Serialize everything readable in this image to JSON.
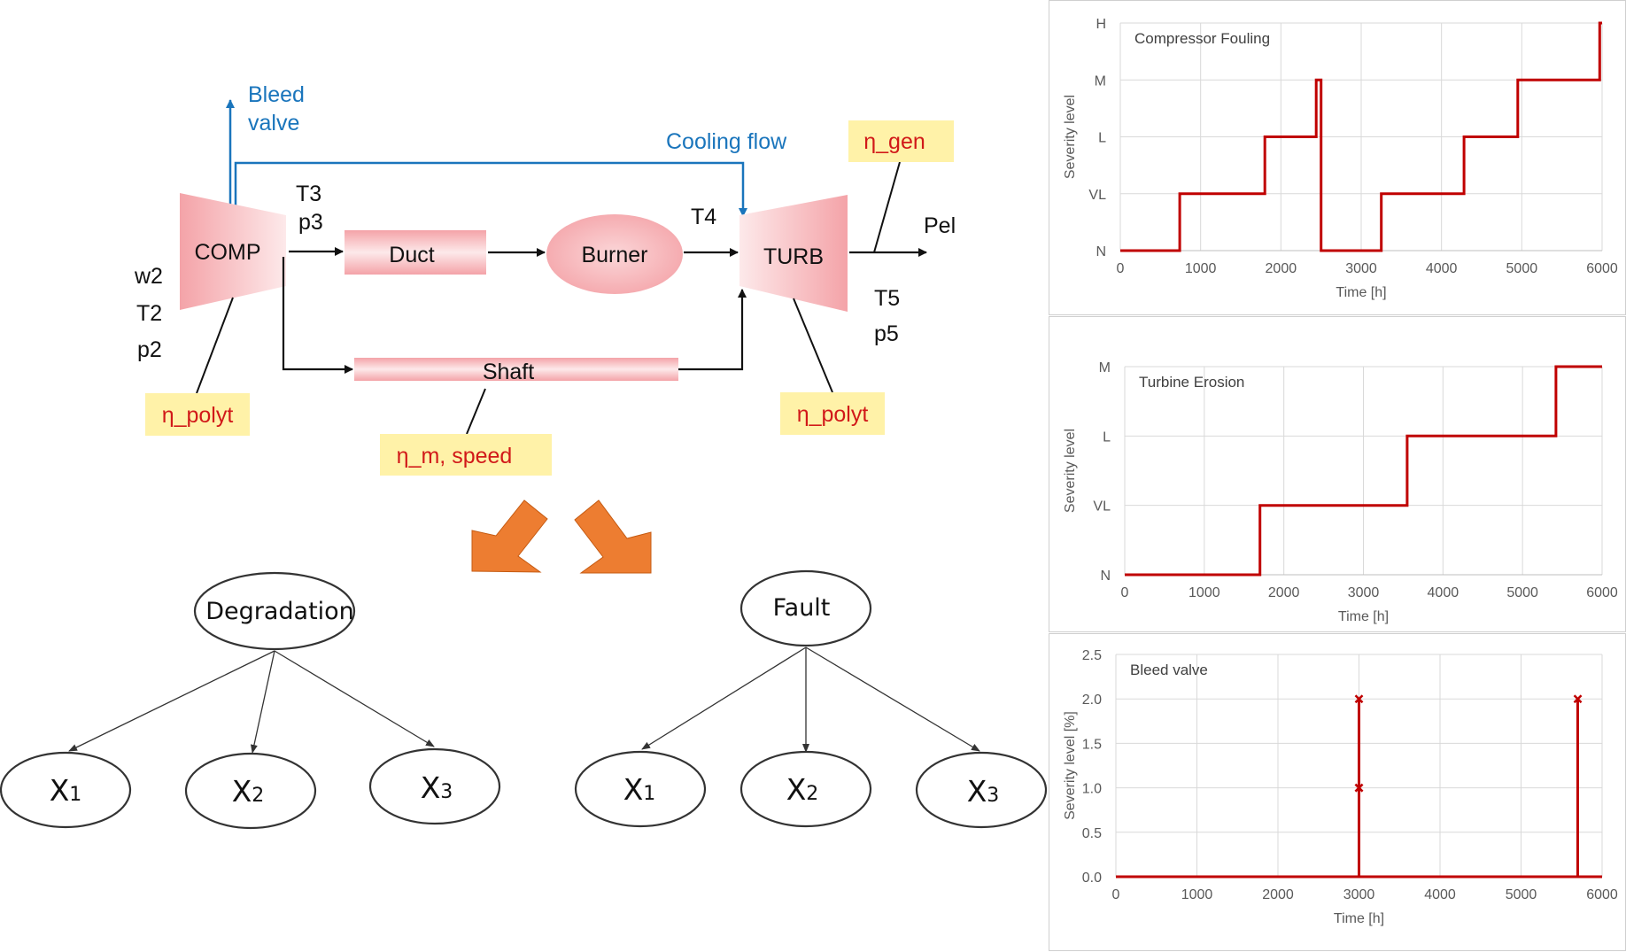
{
  "diagram": {
    "bleed_valve_line1": "Bleed",
    "bleed_valve_line2": "valve",
    "cooling_flow": "Cooling flow",
    "comp": "COMP",
    "duct": "Duct",
    "burner": "Burner",
    "turb": "TURB",
    "shaft": "Shaft",
    "t3": "T3",
    "p3": "p3",
    "t4": "T4",
    "t5": "T5",
    "p5": "p5",
    "w2": "w2",
    "t2": "T2",
    "p2": "p2",
    "pel": "Pel",
    "eta_gen": "η_gen",
    "eta_polyt_comp": "η_polyt",
    "eta_polyt_turb": "η_polyt",
    "eta_m_speed": "η_m, speed",
    "node_color": "#f4a3a8",
    "label_box_color": "#fff2a8",
    "arrow_color": "#ed7d31"
  },
  "networks": [
    {
      "root": "Degradation",
      "children": [
        {
          "x": "X",
          "sub": "1"
        },
        {
          "x": "X",
          "sub": "2"
        },
        {
          "x": "X",
          "sub": "3"
        }
      ]
    },
    {
      "root": "Fault",
      "children": [
        {
          "x": "X",
          "sub": "1"
        },
        {
          "x": "X",
          "sub": "2"
        },
        {
          "x": "X",
          "sub": "3"
        }
      ]
    }
  ],
  "chart_data": [
    {
      "type": "line",
      "title": "Compressor Fouling",
      "xlabel": "Time [h]",
      "ylabel": "Severity level",
      "xlim": [
        0,
        6000
      ],
      "xticks": [
        "0",
        "1000",
        "2000",
        "3000",
        "4000",
        "5000",
        "6000"
      ],
      "ylevels": [
        "N",
        "VL",
        "L",
        "M",
        "H"
      ],
      "color": "#c00000",
      "grid": true,
      "x": [
        0,
        740,
        740,
        1800,
        1800,
        2440,
        2440,
        2500,
        2500,
        3250,
        3250,
        4280,
        4280,
        4950,
        4950,
        5050,
        5050,
        5970,
        5970,
        6000
      ],
      "y": [
        0,
        0,
        1,
        1,
        2,
        2,
        3,
        3,
        0,
        0,
        1,
        1,
        2,
        2,
        3,
        3,
        3,
        3,
        4,
        4
      ]
    },
    {
      "type": "line",
      "title": "Turbine Erosion",
      "xlabel": "Time [h]",
      "ylabel": "Severity level",
      "xlim": [
        0,
        6000
      ],
      "xticks": [
        "0",
        "1000",
        "2000",
        "3000",
        "4000",
        "5000",
        "6000"
      ],
      "ylevels": [
        "N",
        "VL",
        "L",
        "M"
      ],
      "color": "#c00000",
      "grid": true,
      "x": [
        0,
        1700,
        1700,
        3550,
        3550,
        5420,
        5420,
        6000
      ],
      "y": [
        0,
        0,
        1,
        1,
        2,
        2,
        3,
        3
      ]
    },
    {
      "type": "line",
      "title": "Bleed valve",
      "xlabel": "Time [h]",
      "ylabel": "Severity level [%]",
      "xlim": [
        0,
        6000
      ],
      "ylim": [
        0,
        2.5
      ],
      "xticks": [
        "0",
        "1000",
        "2000",
        "3000",
        "4000",
        "5000",
        "6000"
      ],
      "yticks": [
        "0.0",
        "0.5",
        "1.0",
        "1.5",
        "2.0",
        "2.5"
      ],
      "color": "#c00000",
      "grid": true,
      "x": [
        0,
        3000,
        3000,
        3000,
        3000,
        3000,
        5700,
        5700,
        5700,
        6000
      ],
      "y": [
        0,
        0,
        1,
        2,
        1,
        0,
        0,
        2,
        0,
        0
      ]
    }
  ]
}
